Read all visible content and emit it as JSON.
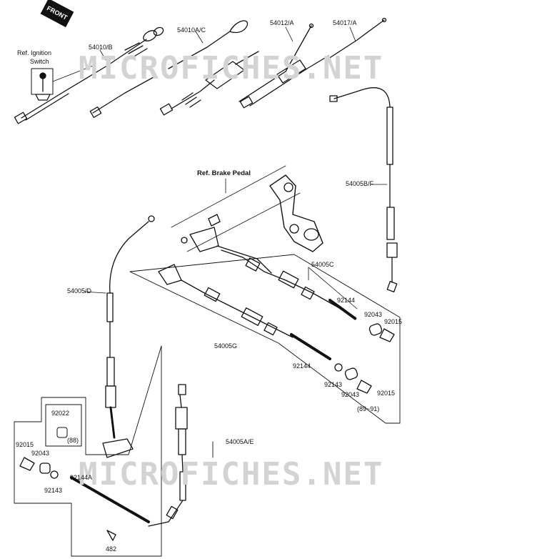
{
  "watermark": "MICROFICHES.NET",
  "front_badge": "FRONT",
  "labels": {
    "ref_ignition": "Ref. Ignition",
    "ignition_switch": "Switch",
    "p54010b": "54010/B",
    "p54010ac": "54010A/C",
    "p54012a": "54012/A",
    "p54017a": "54017/A",
    "ref_brake_pedal": "Ref. Brake Pedal",
    "p54005bf": "54005B/F",
    "p54005c": "54005C",
    "p92144_top": "92144",
    "p92043_top": "92043",
    "p92015_top": "92015",
    "p54005d": "54005/D",
    "p54005g": "54005G",
    "p92144_mid": "92144",
    "p92143_mid": "92143",
    "p92043_mid": "92043",
    "p92015_mid": "92015",
    "years": "(89~91)",
    "p92022": "92022",
    "p88": "(88)",
    "p54005ae": "54005A/E",
    "p92015_bot": "92015",
    "p92043_bot": "92043",
    "p92144a": "92144A",
    "p92143_bot": "92143",
    "p482": "482"
  }
}
